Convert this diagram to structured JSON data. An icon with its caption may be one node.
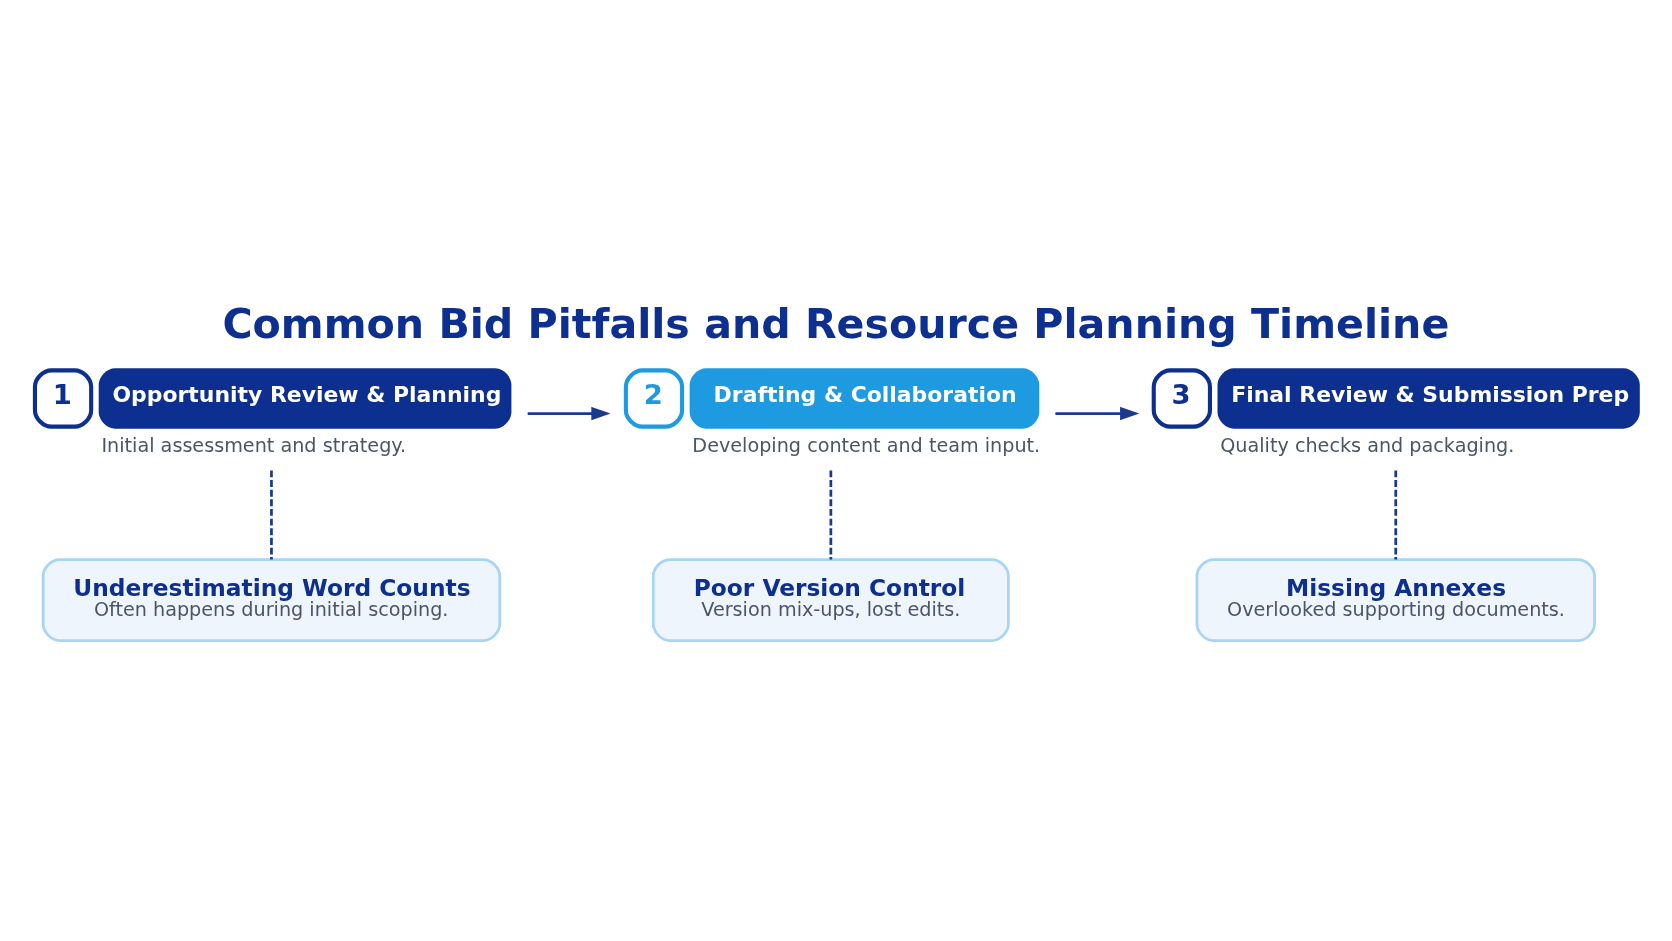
{
  "diagram": {
    "title": "Common Bid Pitfalls and Resource Planning Timeline",
    "nodes": [
      {
        "text": [
          "1",
          "Opportunity Review & Planning"
        ],
        "beside": [
          "Initial assessment and strategy."
        ]
      },
      {
        "text": [
          "2",
          "Drafting & Collaboration"
        ],
        "beside": [
          "Developing content and team input."
        ]
      },
      {
        "text": [
          "3",
          "Final Review & Submission Prep"
        ],
        "beside": [
          "Quality checks and packaging."
        ]
      },
      {
        "text": [
          "Underestimating Word Counts",
          "Often happens during initial scoping."
        ]
      },
      {
        "text": [
          "Poor Version Control",
          "Version mix-ups, lost edits."
        ]
      },
      {
        "text": [
          "Missing Annexes",
          "Overlooked supporting documents."
        ]
      }
    ],
    "edges": [
      {
        "from": 0,
        "to": 1,
        "arrow": "to"
      },
      {
        "from": 1,
        "to": 2,
        "arrow": "to"
      },
      {
        "from": 0,
        "to": 3,
        "arrow": "none",
        "style": "dashed"
      },
      {
        "from": 1,
        "to": 4,
        "arrow": "none",
        "style": "dashed"
      },
      {
        "from": 2,
        "to": 5,
        "arrow": "none",
        "style": "dashed"
      }
    ]
  }
}
